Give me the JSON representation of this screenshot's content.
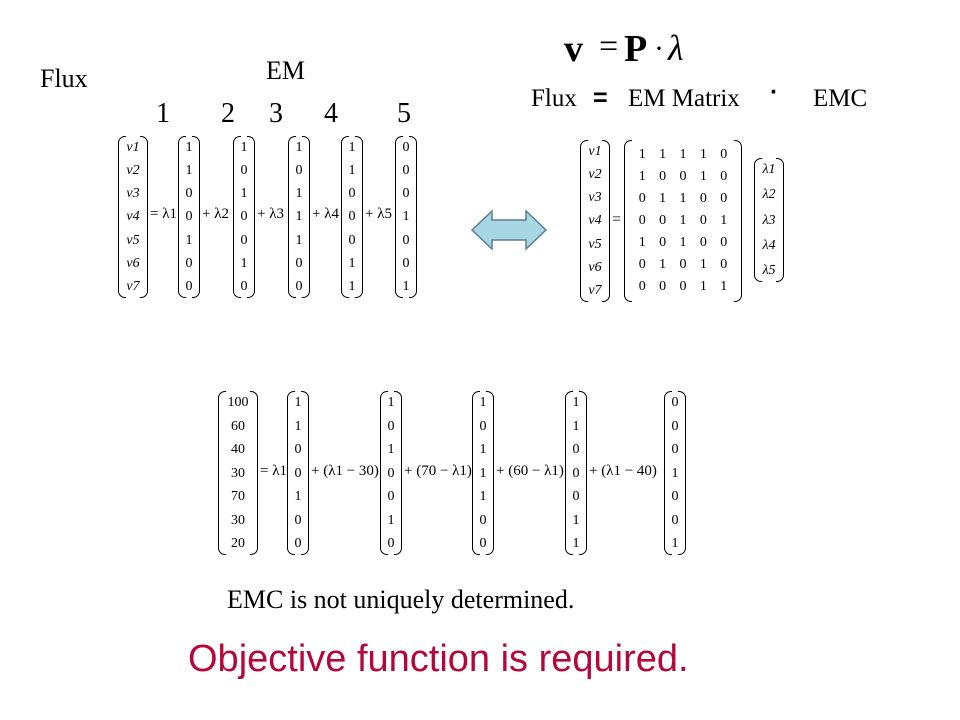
{
  "labels": {
    "flux": "Flux",
    "em": "EM",
    "column_numbers": [
      "1",
      "2",
      "3",
      "4",
      "5"
    ],
    "formula_v": "v",
    "formula_eq": "=",
    "formula_P": "P",
    "formula_dot": "·",
    "formula_lambda": "λ",
    "desc_flux": "Flux",
    "desc_eq": "=",
    "desc_matrix": "EM Matrix",
    "desc_dot": "·",
    "desc_emc": "EMC"
  },
  "symbols": {
    "flux_vector": [
      "v1",
      "v2",
      "v3",
      "v4",
      "v5",
      "v6",
      "v7"
    ],
    "lambda_vector": [
      "λ1",
      "λ2",
      "λ3",
      "λ4",
      "λ5"
    ]
  },
  "equation1": {
    "em_vectors": [
      [
        "1",
        "1",
        "0",
        "0",
        "1",
        "0",
        "0"
      ],
      [
        "1",
        "0",
        "1",
        "0",
        "0",
        "1",
        "0"
      ],
      [
        "1",
        "0",
        "1",
        "1",
        "1",
        "0",
        "0"
      ],
      [
        "1",
        "1",
        "0",
        "0",
        "0",
        "1",
        "1"
      ],
      [
        "0",
        "0",
        "0",
        "1",
        "0",
        "0",
        "1"
      ]
    ],
    "coef_text": [
      "= λ1",
      "+ λ2",
      "+ λ3",
      "+ λ4",
      "+ λ5"
    ]
  },
  "equation2": {
    "matrix": [
      [
        "1",
        "1",
        "1",
        "1",
        "0"
      ],
      [
        "1",
        "0",
        "0",
        "1",
        "0"
      ],
      [
        "0",
        "1",
        "1",
        "0",
        "0"
      ],
      [
        "0",
        "0",
        "1",
        "0",
        "1"
      ],
      [
        "1",
        "0",
        "1",
        "0",
        "0"
      ],
      [
        "0",
        "1",
        "0",
        "1",
        "0"
      ],
      [
        "0",
        "0",
        "0",
        "1",
        "1"
      ]
    ],
    "eq": "="
  },
  "equation3": {
    "flux_values": [
      "100",
      "60",
      "40",
      "30",
      "70",
      "30",
      "20"
    ],
    "em_vectors": [
      [
        "1",
        "1",
        "0",
        "0",
        "1",
        "0",
        "0"
      ],
      [
        "1",
        "0",
        "1",
        "0",
        "0",
        "1",
        "0"
      ],
      [
        "1",
        "0",
        "1",
        "1",
        "1",
        "0",
        "0"
      ],
      [
        "1",
        "1",
        "0",
        "0",
        "0",
        "1",
        "1"
      ],
      [
        "0",
        "0",
        "0",
        "1",
        "0",
        "0",
        "1"
      ]
    ],
    "coef_text": [
      "= λ1",
      "+ (λ1 − 30)",
      "+ (70 − λ1)",
      "+ (60 − λ1)",
      "+ (λ1 − 40)"
    ]
  },
  "notes": {
    "not_unique": "EMC is not uniquely determined.",
    "objective": "Objective function is required."
  },
  "colors": {
    "text": "#000000",
    "objective_text": "#B5073A",
    "arrow_fill": "#A8D6E3",
    "arrow_stroke": "#5A7F92",
    "background": "#FFFFFF"
  }
}
